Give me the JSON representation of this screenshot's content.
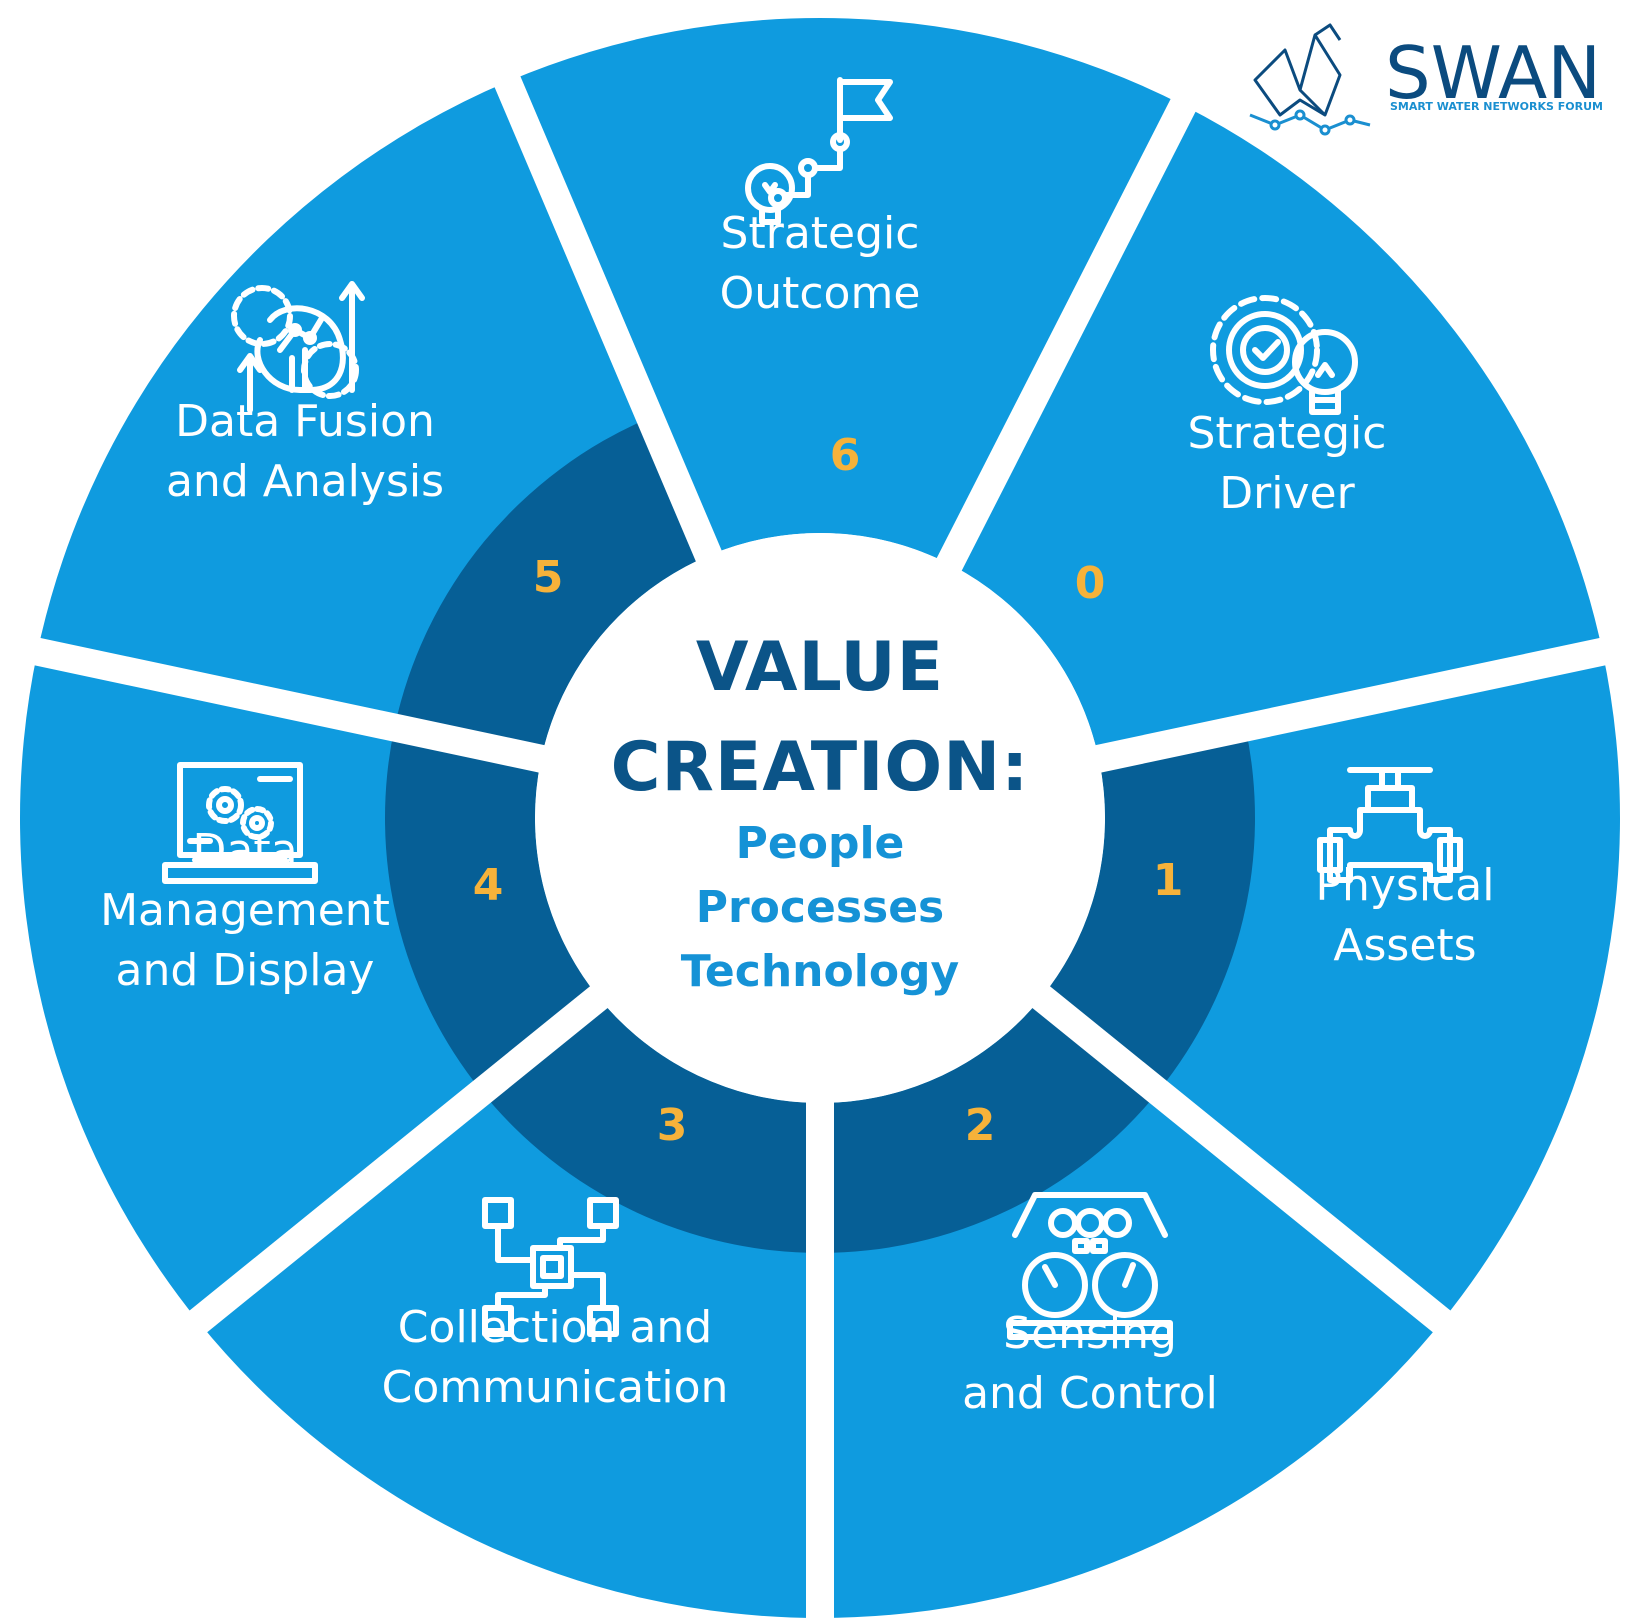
{
  "center": {
    "title_line1": "VALUE",
    "title_line2": "CREATION:",
    "sub1": "People",
    "sub2": "Processes",
    "sub3": "Technology"
  },
  "segments": [
    {
      "number": "6",
      "lines": [
        "Strategic",
        "Outcome"
      ],
      "icon": "flag-roadmap-icon"
    },
    {
      "number": "0",
      "lines": [
        "Strategic",
        "Driver"
      ],
      "icon": "gear-lightbulb-icon"
    },
    {
      "number": "1",
      "lines": [
        "Physical",
        "Assets"
      ],
      "icon": "pipe-valve-icon"
    },
    {
      "number": "2",
      "lines": [
        "Sensing",
        "and Control"
      ],
      "icon": "gauge-panel-icon"
    },
    {
      "number": "3",
      "lines": [
        "Collection and",
        "Communication"
      ],
      "icon": "circuit-chip-icon"
    },
    {
      "number": "4",
      "lines": [
        "Data",
        "Management",
        "and Display"
      ],
      "icon": "laptop-gears-icon"
    },
    {
      "number": "5",
      "lines": [
        "Data Fusion",
        "and Analysis"
      ],
      "icon": "head-analytics-icon"
    }
  ],
  "logo": {
    "name": "SWAN",
    "tagline": "SMART WATER NETWORKS FORUM"
  },
  "colors": {
    "segment": "#0f9bdf",
    "inner_ring": "#065f96",
    "number": "#f6b23a",
    "title": "#0b5488",
    "subtitle": "#1592d6"
  }
}
